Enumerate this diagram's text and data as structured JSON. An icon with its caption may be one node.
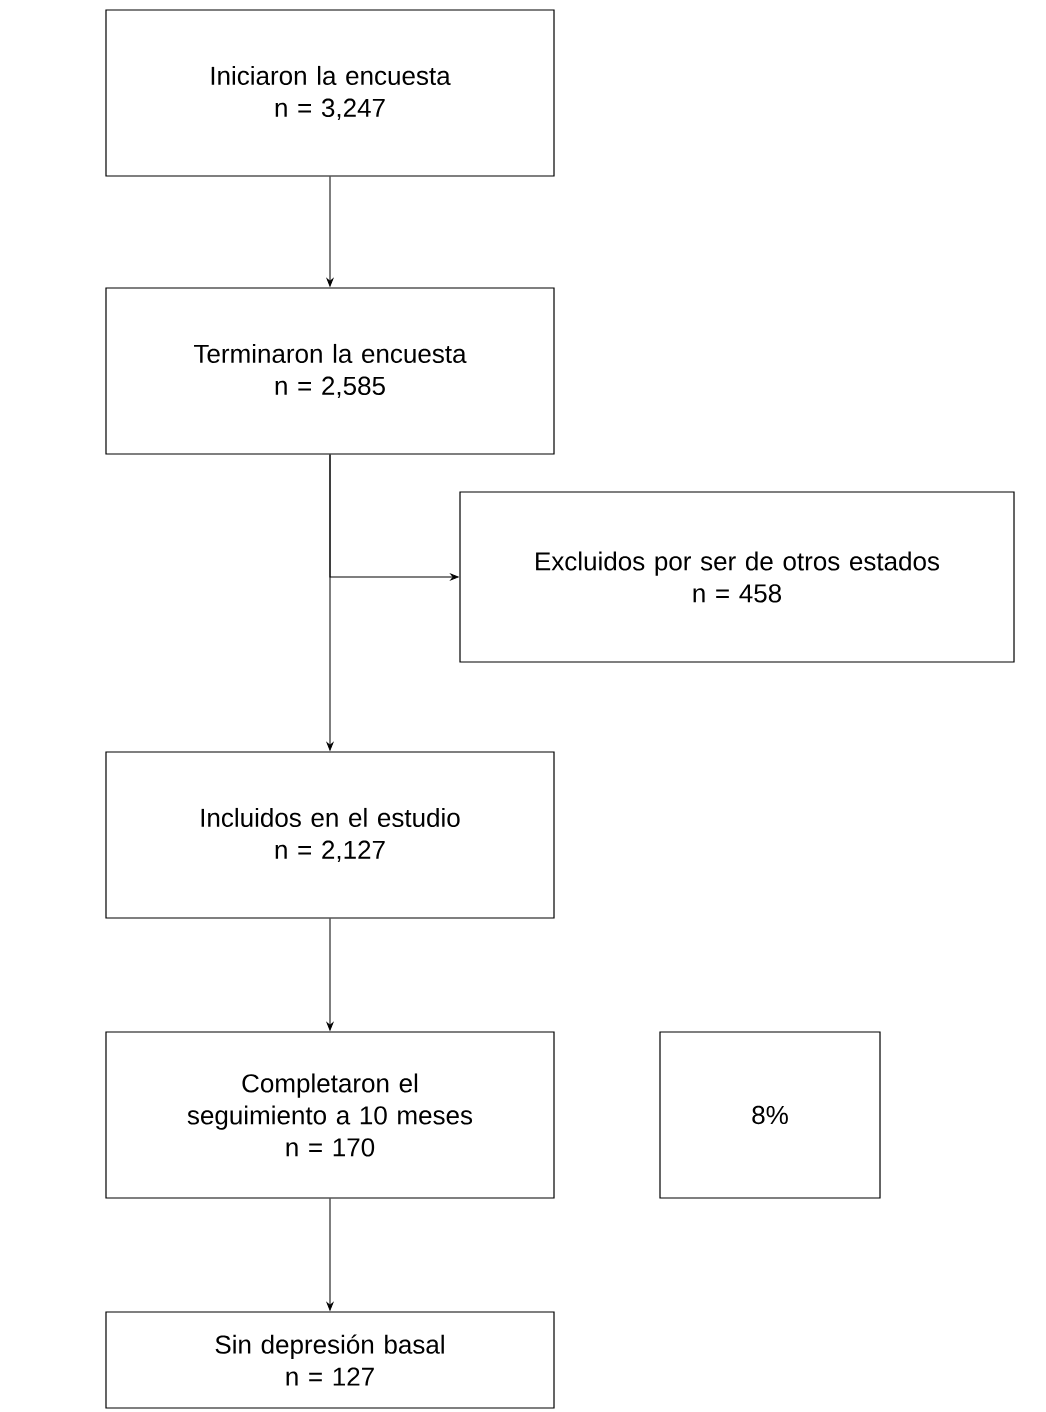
{
  "diagram": {
    "nodes": [
      {
        "text": [
          "Iniciaron la encuesta",
          "n = 3,247"
        ]
      },
      {
        "text": [
          "Terminaron la encuesta",
          "n = 2,585"
        ]
      },
      {
        "text": [
          "Excluidos por ser de otros estados",
          "n = 458"
        ]
      },
      {
        "text": [
          "Incluidos en el estudio",
          "n = 2,127"
        ]
      },
      {
        "text": [
          "Completaron el seguimiento a 10 meses",
          "n = 170"
        ]
      },
      {
        "text": [
          "8%"
        ]
      },
      {
        "text": [
          "Sin depresión basal",
          "n = 127"
        ]
      }
    ],
    "edges": [
      {
        "from": 0,
        "to": 1,
        "arrow": "to"
      },
      {
        "from": 1,
        "to": 3,
        "arrow": "to"
      },
      {
        "from": 1,
        "to": 2,
        "arrow": "to"
      },
      {
        "from": 3,
        "to": 4,
        "arrow": "to"
      },
      {
        "from": 4,
        "to": 6,
        "arrow": "to"
      }
    ]
  }
}
